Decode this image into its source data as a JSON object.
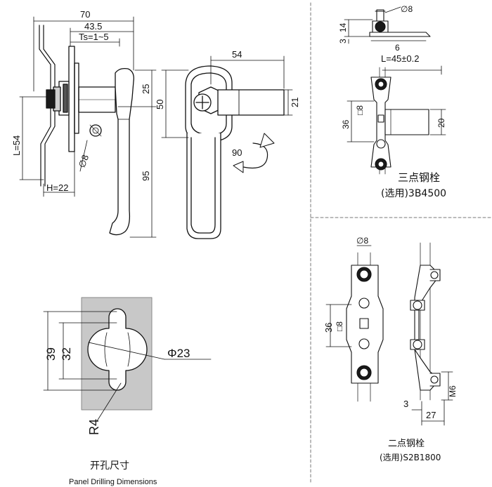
{
  "drawing": {
    "side_view": {
      "dim_overall": "70",
      "dim_mid": "43.5",
      "dim_ts": "Ts=1~5",
      "dim_top": "25",
      "dim_height": "95",
      "dim_length": "L=54",
      "dim_h": "H=22",
      "dim_hole": "∅8"
    },
    "front_view": {
      "dim_width": "54",
      "dim_height": "50",
      "dim_bar": "21",
      "rotation_angle": "90"
    },
    "three_point_rod": {
      "dim_hole": "∅8",
      "dim_14": "14",
      "dim_3": "3",
      "dim_6": "6",
      "dim_L": "L=45±0.2",
      "dim_36": "36",
      "dim_sq": "□8",
      "dim_20": "20",
      "name_cn": "三点钢栓",
      "option_cn": "(选用)3B4500"
    },
    "two_point_rod": {
      "dim_hole": "∅8",
      "dim_36": "36",
      "dim_sq": "□8",
      "dim_m6": "M6",
      "dim_3": "3",
      "dim_27": "27",
      "name_cn": "二点钢栓",
      "option_cn": "(选用)S2B1800"
    },
    "panel_cutout": {
      "dim_39": "39",
      "dim_32": "32",
      "dim_dia": "Φ23",
      "dim_r": "R4",
      "title_cn": "开孔尺寸",
      "title_en": "Panel Drilling Dimensions"
    }
  }
}
